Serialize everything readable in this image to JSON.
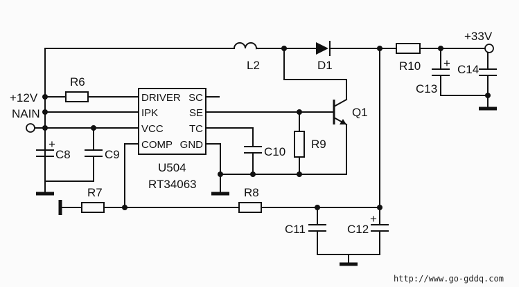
{
  "supply": {
    "input_voltage": "+12V",
    "input_name": "NAIN",
    "output_voltage": "+33V"
  },
  "ic": {
    "ref": "U504",
    "part": "RT34063",
    "pins": {
      "driver": "DRIVER",
      "ipk": "IPK",
      "vcc": "VCC",
      "comp": "COMP",
      "sc": "SC",
      "se": "SE",
      "tc": "TC",
      "gnd": "GND"
    }
  },
  "components": {
    "L2": "L2",
    "D1": "D1",
    "Q1": "Q1",
    "R6": "R6",
    "R7": "R7",
    "R8": "R8",
    "R9": "R9",
    "R10": "R10",
    "C8": "C8",
    "C9": "C9",
    "C10": "C10",
    "C11": "C11",
    "C12": "C12",
    "C13": "C13",
    "C14": "C14"
  },
  "polarity_mark": "+",
  "watermark": "http://www.go-gddq.com"
}
